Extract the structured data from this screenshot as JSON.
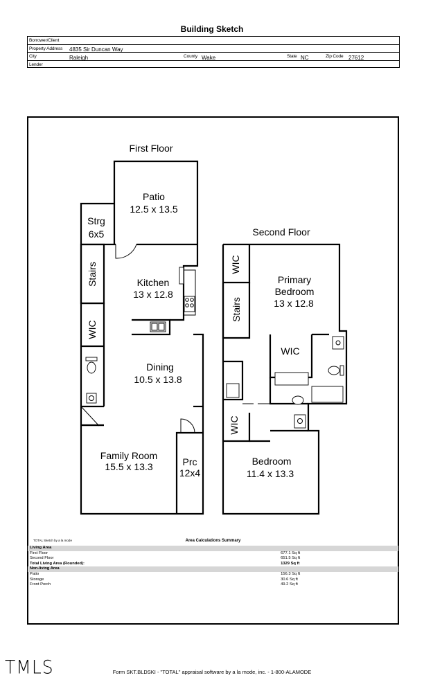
{
  "title": "Building Sketch",
  "header": {
    "borrower_label": "Borrower/Client",
    "borrower_value": "",
    "property_label": "Property Address",
    "property_value": "4835 Sir Duncan Way",
    "city_label": "City",
    "city_value": "Raleigh",
    "county_label": "County",
    "county_value": "Wake",
    "state_label": "State",
    "state_value": "NC",
    "zip_label": "Zip Code",
    "zip_value": "27612",
    "lender_label": "Lender",
    "lender_value": ""
  },
  "plan": {
    "first_floor_label": "First Floor",
    "second_floor_label": "Second Floor",
    "rooms": {
      "patio_name": "Patio",
      "patio_dim": "12.5 x 13.5",
      "strg_name": "Strg",
      "strg_dim": "6x5",
      "stairs1": "Stairs",
      "kitchen_name": "Kitchen",
      "kitchen_dim": "13 x 12.8",
      "wic1": "WIC",
      "dining_name": "Dining",
      "dining_dim": "10.5 x 13.8",
      "family_name": "Family Room",
      "family_dim": "15.5 x 13.3",
      "prc_name": "Prc",
      "prc_dim": "12x4",
      "wic2": "WIC",
      "primary_name1": "Primary",
      "primary_name2": "Bedroom",
      "primary_dim": "13 x 12.8",
      "stairs2": "Stairs",
      "wic3": "WIC",
      "wic4": "WIC",
      "bedroom_name": "Bedroom",
      "bedroom_dim": "11.4 x 13.3"
    }
  },
  "summary": {
    "credit": "TOTAL Sketch by a la mode",
    "title": "Area Calculations Summary",
    "living_header": "Living Area",
    "first_floor_label": "First Floor",
    "first_floor_value": "677.1 Sq ft",
    "second_floor_label": "Second Floor",
    "second_floor_value": "651.5 Sq ft",
    "total_label": "Total Living Area (Rounded):",
    "total_value": "1329 Sq ft",
    "nonliving_header": "Non-living Area",
    "patio_label": "Patio",
    "patio_value": "156.3 Sq ft",
    "storage_label": "Storage",
    "storage_value": "30.6 Sq ft",
    "porch_label": "Front Porch",
    "porch_value": "49.2 Sq ft"
  },
  "logo": "TMLS",
  "footer": "Form SKT.BLDSKI - \"TOTAL\" appraisal software by a la mode, inc. - 1-800-ALAMODE"
}
